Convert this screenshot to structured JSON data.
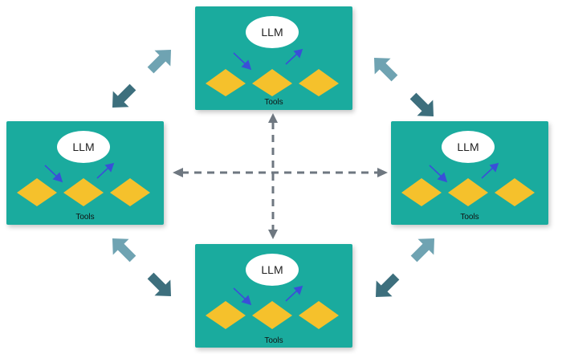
{
  "colors": {
    "card_fill": "#1aab9e",
    "tool_diamond": "#f5c12c",
    "inner_arrow": "#3a4fd8",
    "arrow_light": "#6fa3b2",
    "arrow_dark": "#3d6f7d",
    "dashed_line": "#6e7780"
  },
  "agents": [
    {
      "llm_label": "LLM",
      "tools_label": "Tools"
    },
    {
      "llm_label": "LLM",
      "tools_label": "Tools"
    },
    {
      "llm_label": "LLM",
      "tools_label": "Tools"
    },
    {
      "llm_label": "LLM",
      "tools_label": "Tools"
    }
  ],
  "icons": {
    "connection_arrow": "diagonal-block-arrow-icon",
    "dashed_connector": "dashed-double-arrow-icon"
  }
}
